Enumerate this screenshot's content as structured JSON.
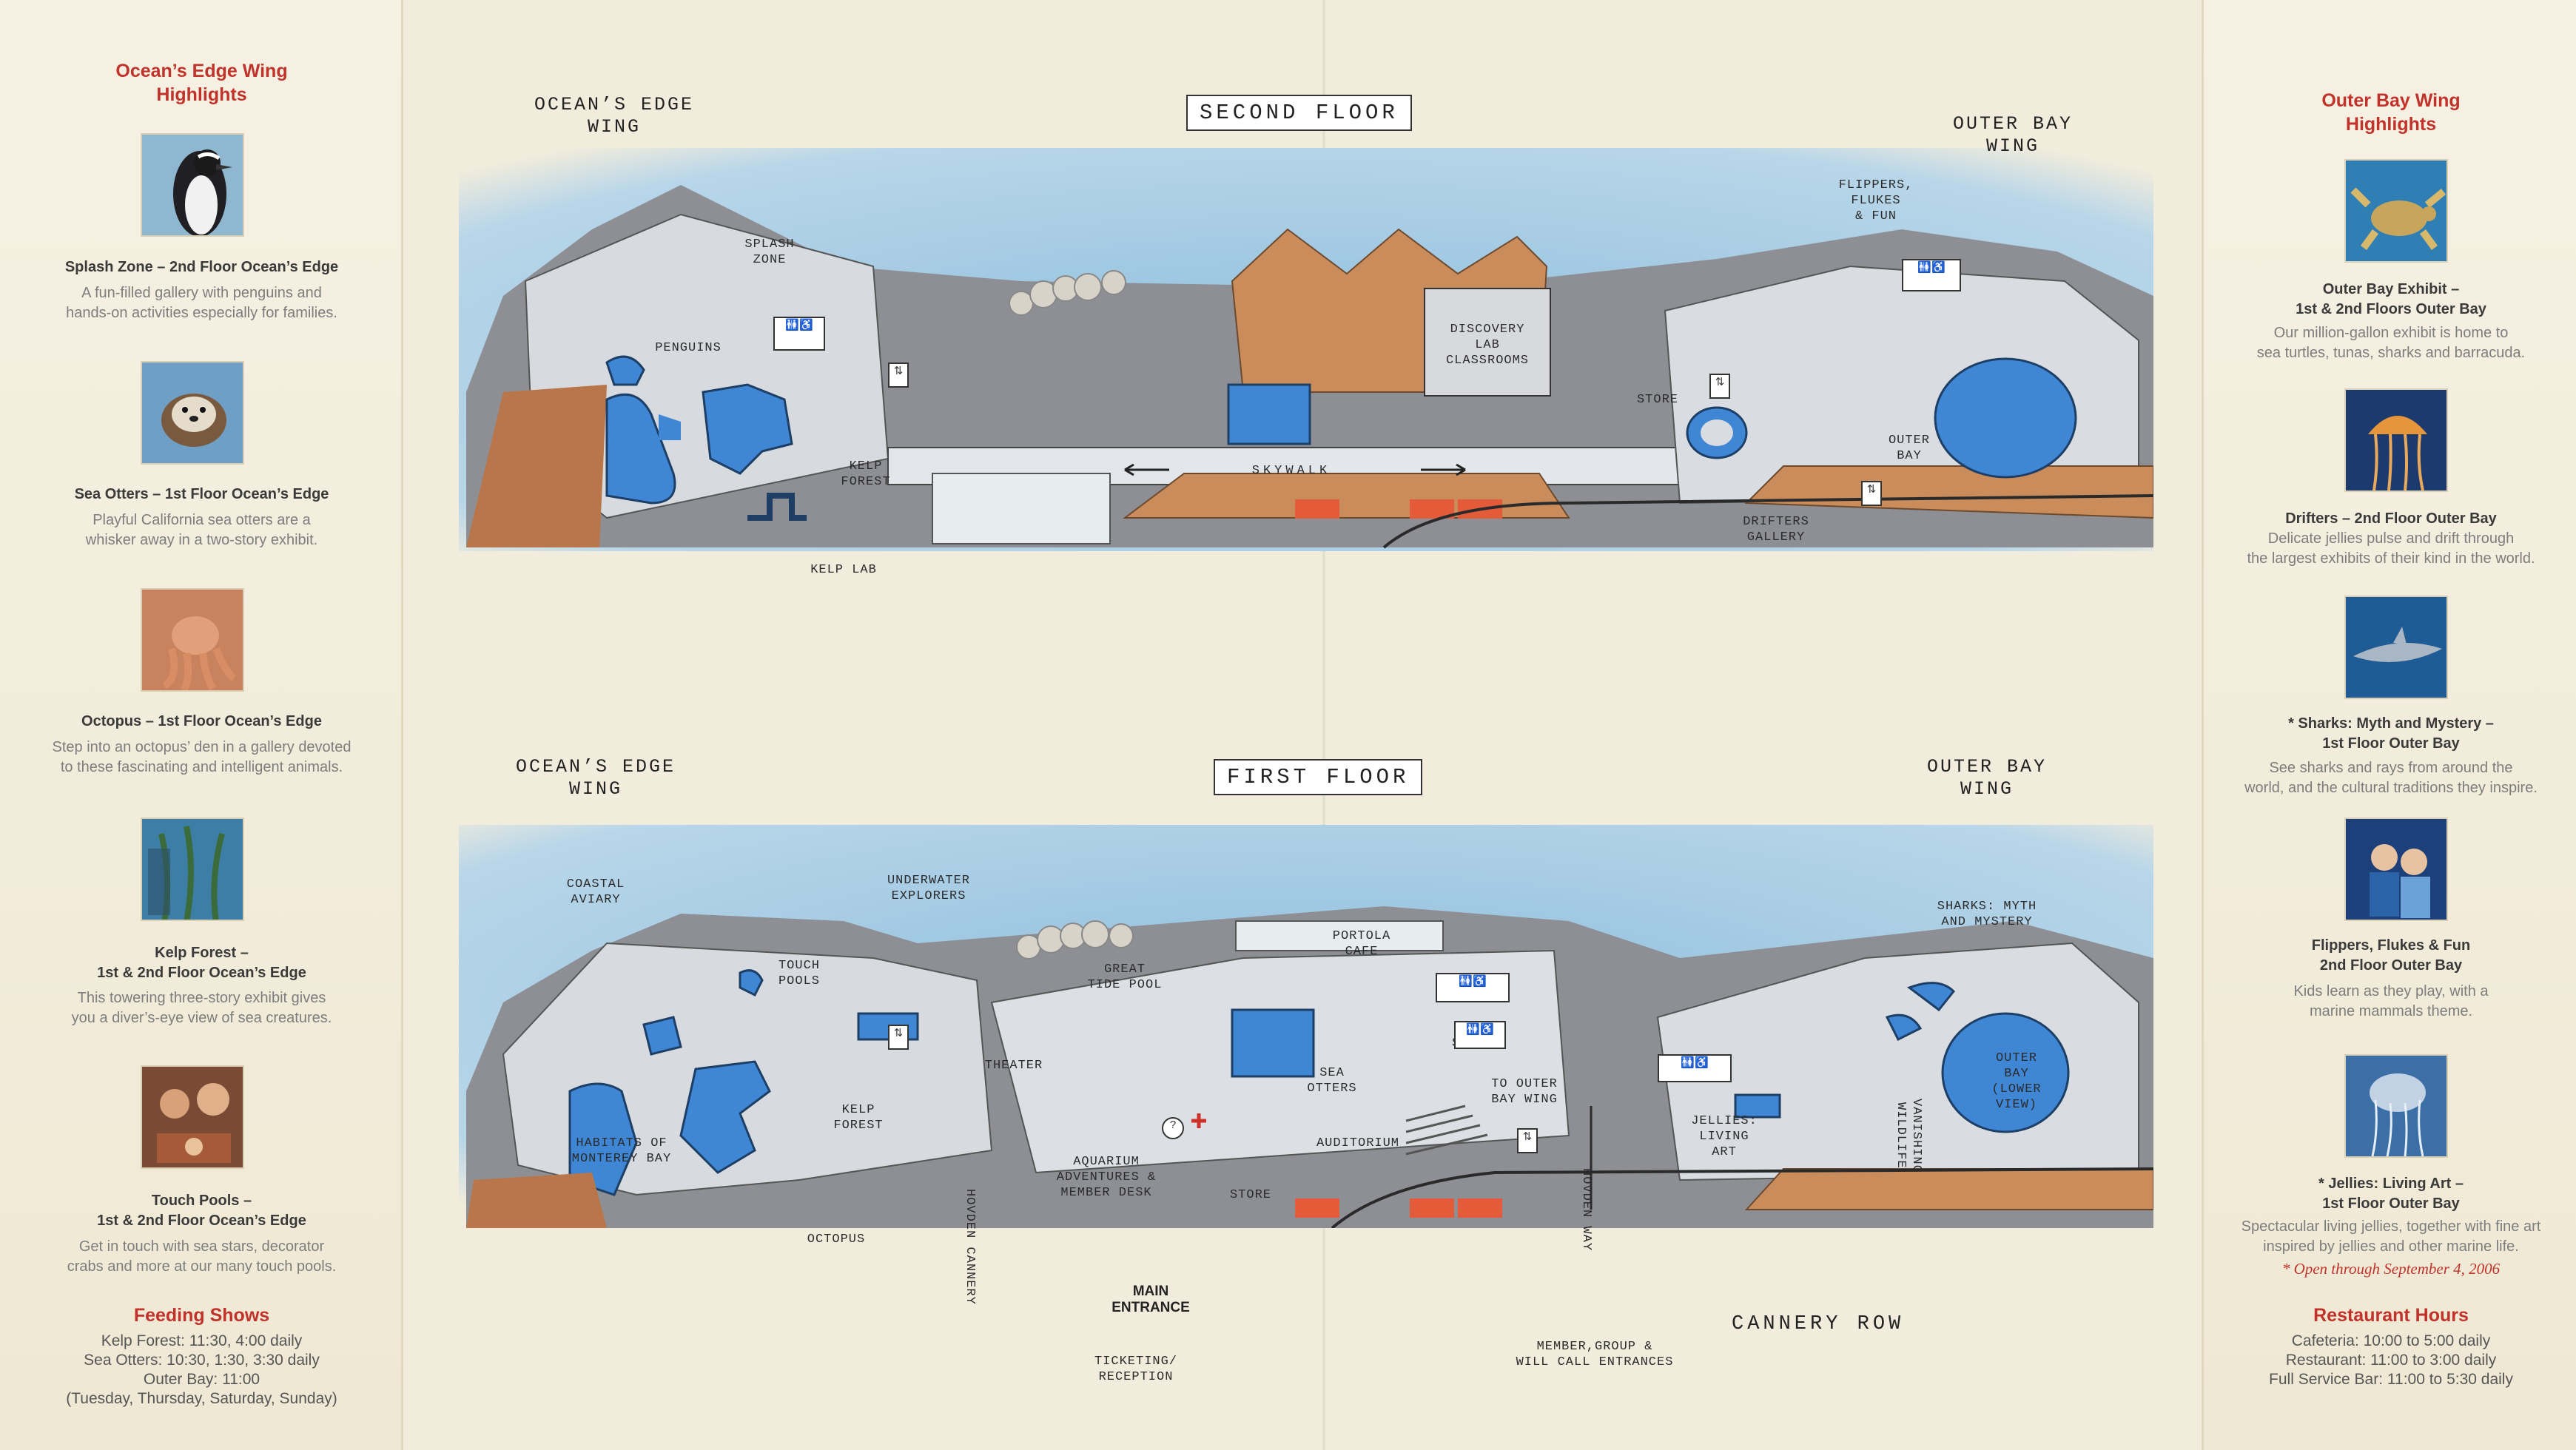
{
  "left_panel": {
    "title_line1": "Ocean’s Edge Wing",
    "title_line2": "Highlights",
    "items": [
      {
        "icon": "penguin-photo-icon",
        "head": "Splash Zone – 2nd Floor Ocean’s Edge",
        "desc1": "A fun-filled gallery with penguins and",
        "desc2": "hands-on activities especially for families."
      },
      {
        "icon": "sea-otter-photo-icon",
        "head": "Sea Otters – 1st Floor Ocean’s Edge",
        "desc1": "Playful California sea otters are a",
        "desc2": "whisker away in a two-story exhibit."
      },
      {
        "icon": "octopus-photo-icon",
        "head": "Octopus – 1st Floor Ocean’s Edge",
        "desc1": "Step into an octopus’ den in a gallery devoted",
        "desc2": "to these fascinating and intelligent animals."
      },
      {
        "icon": "kelp-forest-photo-icon",
        "head1": "Kelp Forest –",
        "head2": "1st & 2nd Floor Ocean’s Edge",
        "desc1": "This towering three-story exhibit gives",
        "desc2": "you a diver’s-eye view of sea creatures."
      },
      {
        "icon": "touch-pools-photo-icon",
        "head1": "Touch Pools –",
        "head2": "1st & 2nd Floor Ocean’s Edge",
        "desc1": "Get in touch with sea stars, decorator",
        "desc2": "crabs and more at our many touch pools."
      }
    ],
    "feeding": {
      "title": "Feeding Shows",
      "lines": [
        "Kelp Forest: 11:30, 4:00 daily",
        "Sea Otters: 10:30, 1:30, 3:30 daily",
        "Outer Bay: 11:00",
        "(Tuesday, Thursday, Saturday, Sunday)"
      ]
    }
  },
  "right_panel": {
    "title_line1": "Outer Bay Wing",
    "title_line2": "Highlights",
    "items": [
      {
        "icon": "sea-turtle-photo-icon",
        "head1": "Outer Bay Exhibit –",
        "head2": "1st & 2nd Floors Outer Bay",
        "desc1": "Our million-gallon exhibit is home to",
        "desc2": "sea turtles, tunas, sharks and barracuda."
      },
      {
        "icon": "jellyfish-photo-icon",
        "head1": "Drifters – 2nd Floor Outer Bay",
        "desc1": "Delicate jellies pulse and drift through",
        "desc2": "the largest exhibits of their kind in the world."
      },
      {
        "icon": "shark-photo-icon",
        "head1": "* Sharks: Myth and Mystery –",
        "head2": "1st Floor Outer Bay",
        "desc1": "See sharks and rays from around the",
        "desc2": "world, and the cultural traditions they inspire."
      },
      {
        "icon": "children-photo-icon",
        "head1": "Flippers, Flukes & Fun",
        "head2": "2nd Floor Outer Bay",
        "desc1": "Kids learn as they play, with a",
        "desc2": "marine mammals theme."
      },
      {
        "icon": "jellies-art-photo-icon",
        "head1": "* Jellies: Living Art –",
        "head2": "1st Floor Outer Bay",
        "desc1": "Spectacular living jellies, together with fine art",
        "desc2": "inspired by jellies and other marine life."
      }
    ],
    "note": "* Open through September 4, 2006",
    "hours": {
      "title": "Restaurant Hours",
      "lines": [
        "Cafeteria: 10:00 to 5:00 daily",
        "Restaurant: 11:00 to 3:00 daily",
        "Full Service Bar: 11:00 to 5:30 daily"
      ]
    }
  },
  "map": {
    "colors": {
      "water": "#5a9fd0",
      "sky": "#8fbedd",
      "floor": "#c9cdd3",
      "roof": "#c98c5a",
      "pool": "#3f86d4"
    },
    "second_floor": {
      "title": "SECOND FLOOR",
      "wing_left1": "OCEAN’S EDGE",
      "wing_left2": "WING",
      "wing_right1": "OUTER BAY",
      "wing_right2": "WING",
      "labels": {
        "splash_zone1": "SPLASH",
        "splash_zone2": "ZONE",
        "penguins": "PENGUINS",
        "kelp_forest1": "KELP",
        "kelp_forest2": "FOREST",
        "kelp_lab": "KELP LAB",
        "discovery1": "DISCOVERY",
        "discovery2": "LAB",
        "discovery3": "CLASSROOMS",
        "skywalk": "SKYWALK",
        "store": "STORE",
        "flippers1": "FLIPPERS,",
        "flippers2": "FLUKES",
        "flippers3": "& FUN",
        "outer_bay1": "OUTER",
        "outer_bay2": "BAY",
        "drifters1": "DRIFTERS",
        "drifters2": "GALLERY"
      }
    },
    "first_floor": {
      "title": "FIRST FLOOR",
      "wing_left1": "OCEAN’S EDGE",
      "wing_left2": "WING",
      "wing_right1": "OUTER BAY",
      "wing_right2": "WING",
      "labels": {
        "coastal1": "COASTAL",
        "coastal2": "AVIARY",
        "underwater1": "UNDERWATER",
        "underwater2": "EXPLORERS",
        "touch1": "TOUCH",
        "touch2": "POOLS",
        "great_tide1": "GREAT",
        "great_tide2": "TIDE POOL",
        "portola1": "PORTOLA",
        "portola2": "CAFE",
        "store1": "STORE",
        "theater": "THEATER",
        "sea_otters1": "SEA",
        "sea_otters2": "OTTERS",
        "to_outer1": "TO OUTER",
        "to_outer2": "BAY WING",
        "habitats1": "HABITATS OF",
        "habitats2": "MONTEREY BAY",
        "kelp_forest1": "KELP",
        "kelp_forest2": "FOREST",
        "aquarium1": "AQUARIUM",
        "aquarium2": "ADVENTURES &",
        "aquarium3": "MEMBER DESK",
        "auditorium": "AUDITORIUM",
        "store2": "STORE",
        "octopus": "OCTOPUS",
        "hovden_cannery": "HOVDEN CANNERY",
        "main1": "MAIN",
        "main2": "ENTRANCE",
        "ticketing1": "TICKETING/",
        "ticketing2": "RECEPTION",
        "hovden_way": "HOVDEN WAY",
        "member1": "MEMBER,GROUP &",
        "member2": "WILL CALL ENTRANCES",
        "cannery_row": "CANNERY ROW",
        "sharks1": "SHARKS: MYTH",
        "sharks2": "AND MYSTERY",
        "jellies1": "JELLIES:",
        "jellies2": "LIVING",
        "jellies3": "ART",
        "vanishing": "VANISHING WILDLIFE",
        "outer_bay1": "OUTER",
        "outer_bay2": "BAY",
        "outer_bay3": "(LOWER VIEW)"
      }
    }
  }
}
